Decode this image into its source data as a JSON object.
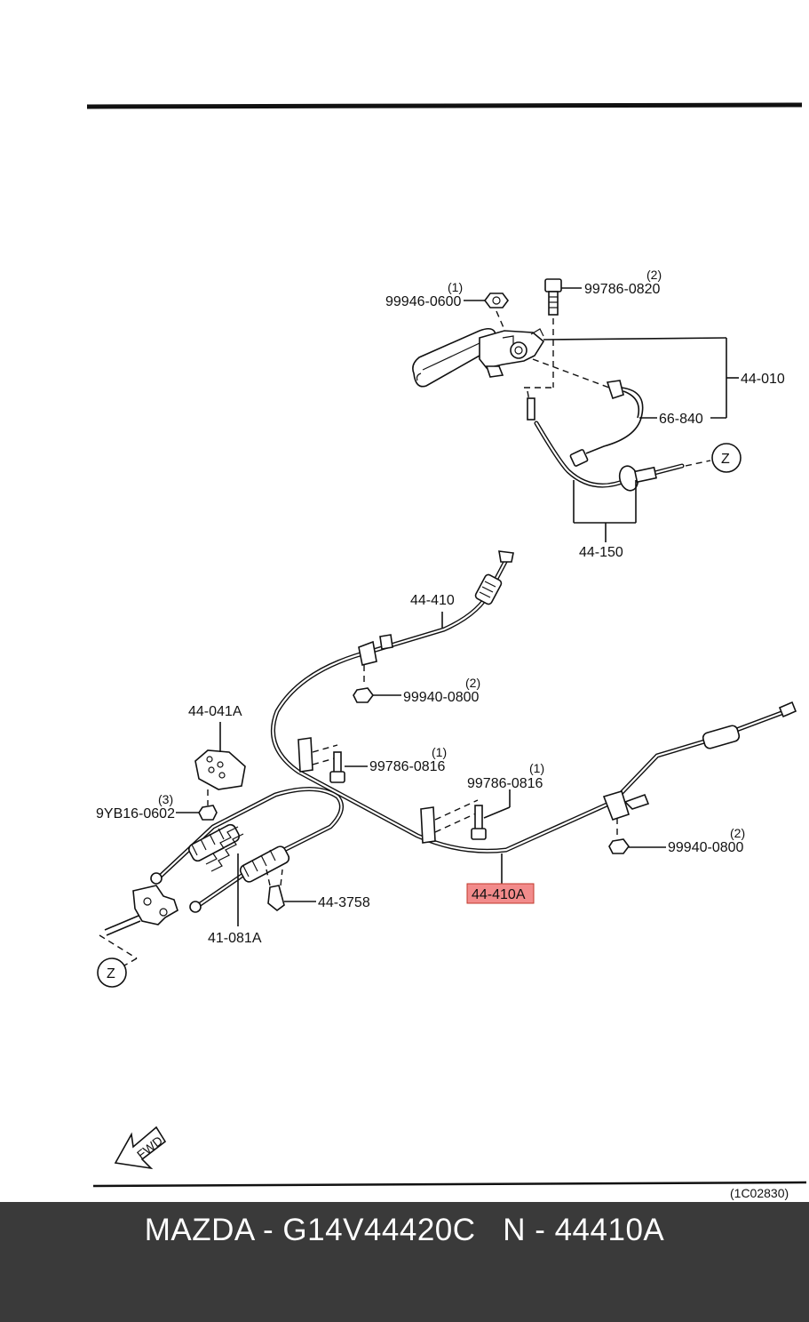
{
  "diagram": {
    "callouts": {
      "c_99946_0600": "99946-0600",
      "q_99946_0600": "(1)",
      "c_99786_0820": "99786-0820",
      "q_99786_0820": "(2)",
      "c_44_010": "44-010",
      "c_66_840": "66-840",
      "c_z_top": "Z",
      "c_44_150": "44-150",
      "c_44_410": "44-410",
      "c_99940_0800_a": "99940-0800",
      "q_99940_0800_a": "(2)",
      "c_44_041a": "44-041A",
      "c_99786_0816_a": "99786-0816",
      "q_99786_0816_a": "(1)",
      "c_99786_0816_b": "99786-0816",
      "q_99786_0816_b": "(1)",
      "c_9yb16_0602": "9YB16-0602",
      "q_9yb16_0602": "(3)",
      "c_99940_0800_b": "99940-0800",
      "q_99940_0800_b": "(2)",
      "c_44_410a": "44-410A",
      "c_44_3758": "44-3758",
      "c_41_081a": "41-081A",
      "c_z_bottom": "Z"
    },
    "fwd_label": "FWD",
    "ref_code": "(1C02830)",
    "highlight_color": "#f28b8b"
  },
  "footer": {
    "title": "MAZDA - G14V44420C   N - 44410A",
    "background": "#3a3a3a"
  }
}
